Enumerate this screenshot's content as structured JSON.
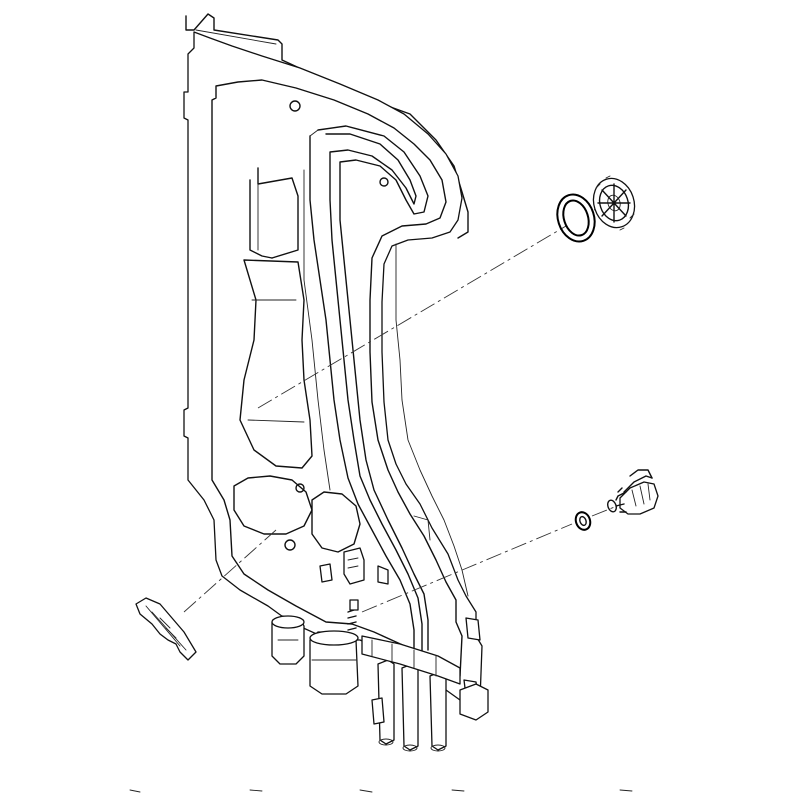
{
  "diagram": {
    "type": "exploded-view-line-drawing",
    "stroke_color": "#111111",
    "background_color": "#ffffff",
    "parts": [
      {
        "id": "panel",
        "name": "heat-exchanger-panel"
      },
      {
        "id": "o-ring-upper",
        "name": "o-ring"
      },
      {
        "id": "filter-cap",
        "name": "filter-cap"
      },
      {
        "id": "small-washer",
        "name": "small-washer"
      },
      {
        "id": "drain-plug",
        "name": "drain-plug"
      },
      {
        "id": "retaining-clip",
        "name": "retaining-clip"
      }
    ]
  }
}
